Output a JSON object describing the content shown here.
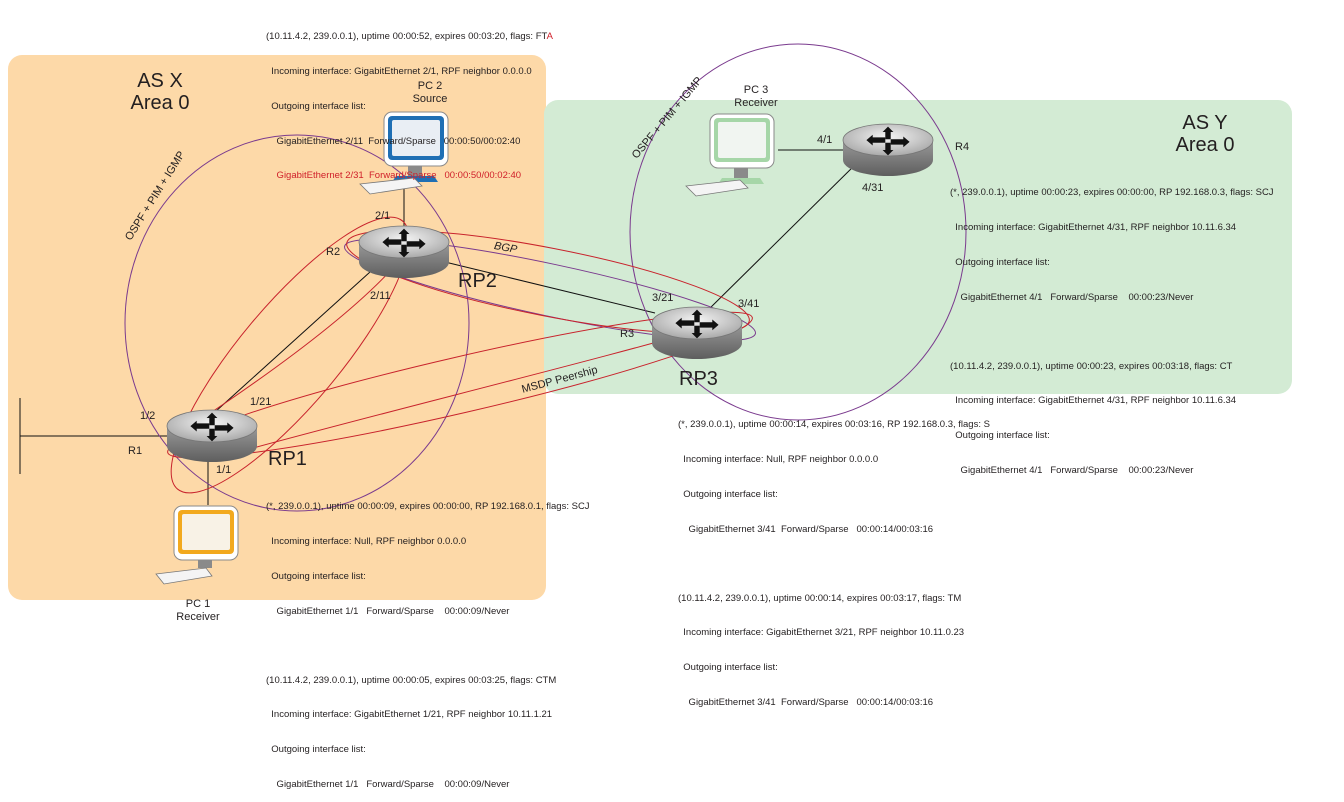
{
  "areas": {
    "as_x": {
      "line1": "AS X",
      "line2": "Area 0"
    },
    "as_y": {
      "line1": "AS Y",
      "line2": "Area 0"
    }
  },
  "routers": {
    "r1": {
      "name": "R1",
      "rp": "RP1"
    },
    "r2": {
      "name": "R2",
      "rp": "RP2"
    },
    "r3": {
      "name": "R3",
      "rp": "RP3"
    },
    "r4": {
      "name": "R4"
    }
  },
  "pcs": {
    "pc1": {
      "name": "PC 1",
      "role": "Receiver"
    },
    "pc2": {
      "name": "PC 2",
      "role": "Source"
    },
    "pc3": {
      "name": "PC 3",
      "role": "Receiver"
    }
  },
  "interfaces": {
    "r1_left": "1/2",
    "r1_down": "1/1",
    "r1_up": "1/21",
    "r2_up": "2/1",
    "r2_down": "2/11",
    "r3_left": "3/21",
    "r3_right": "3/41",
    "r4_left": "4/1",
    "r4_down": "4/31"
  },
  "protocol_labels": {
    "ospf_left": "OSPF + PIM + IGMP",
    "ospf_right": "OSPF + PIM + IGMP",
    "bgp": "BGP",
    "msdp": "MSDP Peership"
  },
  "tables": {
    "r2": {
      "l1a": "(10.11.4.2, 239.0.0.1), uptime 00:00:52, expires 00:03:20, flags: FT",
      "l1b": "A",
      "l2": "  Incoming interface: GigabitEthernet 2/1, RPF neighbor 0.0.0.0",
      "l3": "  Outgoing interface list:",
      "l4": "    GigabitEthernet 2/11  Forward/Sparse   00:00:50/00:02:40",
      "l5": "    GigabitEthernet 2/31  Forward/Sparse   00:00:50/00:02:40"
    },
    "r4": [
      "(*, 239.0.0.1), uptime 00:00:23, expires 00:00:00, RP 192.168.0.3, flags: SCJ",
      "  Incoming interface: GigabitEthernet 4/31, RPF neighbor 10.11.6.34",
      "  Outgoing interface list:",
      "    GigabitEthernet 4/1   Forward/Sparse    00:00:23/Never",
      "",
      "(10.11.4.2, 239.0.0.1), uptime 00:00:23, expires 00:03:18, flags: CT",
      "  Incoming interface: GigabitEthernet 4/31, RPF neighbor 10.11.6.34",
      "  Outgoing interface list:",
      "    GigabitEthernet 4/1   Forward/Sparse    00:00:23/Never"
    ],
    "r3": [
      "(*, 239.0.0.1), uptime 00:00:14, expires 00:03:16, RP 192.168.0.3, flags: S",
      "  Incoming interface: Null, RPF neighbor 0.0.0.0",
      "  Outgoing interface list:",
      "    GigabitEthernet 3/41  Forward/Sparse   00:00:14/00:03:16",
      "",
      "(10.11.4.2, 239.0.0.1), uptime 00:00:14, expires 00:03:17, flags: TM",
      "  Incoming interface: GigabitEthernet 3/21, RPF neighbor 10.11.0.23",
      "  Outgoing interface list:",
      "    GigabitEthernet 3/41  Forward/Sparse   00:00:14/00:03:16"
    ],
    "r1": [
      "(*, 239.0.0.1), uptime 00:00:09, expires 00:00:00, RP 192.168.0.1, flags: SCJ",
      "  Incoming interface: Null, RPF neighbor 0.0.0.0",
      "  Outgoing interface list:",
      "    GigabitEthernet 1/1   Forward/Sparse    00:00:09/Never",
      "",
      "(10.11.4.2, 239.0.0.1), uptime 00:00:05, expires 00:03:25, flags: CTM",
      "  Incoming interface: GigabitEthernet 1/21, RPF neighbor 10.11.1.21",
      "  Outgoing interface list:",
      "    GigabitEthernet 1/1   Forward/Sparse    00:00:09/Never"
    ]
  },
  "colors": {
    "as_x_fill": "#fdd9a8",
    "as_y_fill": "#d3ebd4",
    "ospf_circle": "#7a3a8e",
    "msdp_red": "#c8232c",
    "highlight_red": "#d0202a",
    "pc2_screen": "#1f6fb4",
    "pc1_screen": "#f2a91e",
    "pc3_screen": "#a6d6a8"
  }
}
